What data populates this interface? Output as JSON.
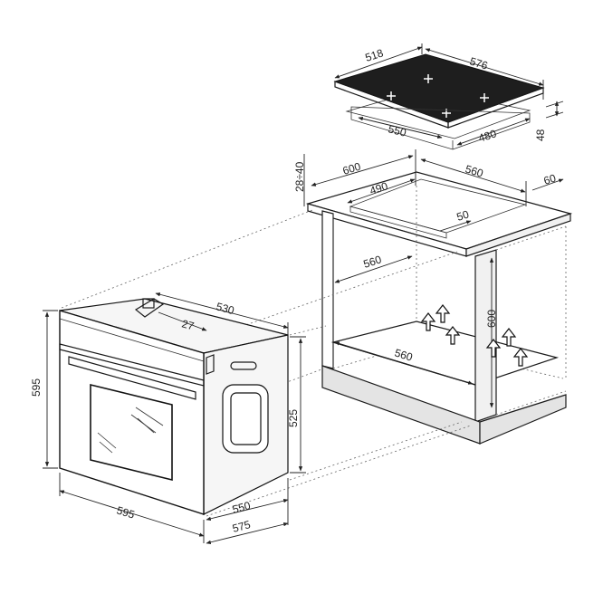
{
  "diagram": {
    "dimensions": {
      "hob_depth_518": "518",
      "hob_width_576": "576",
      "hob_cutout_550": "550",
      "hob_cutout_480": "480",
      "hob_height_48": "48",
      "worktop_depth_600": "600",
      "worktop_gap_28_40": "28÷40",
      "worktop_cutout_490": "490",
      "worktop_cutout_560": "560",
      "worktop_rear_60": "60",
      "worktop_front_50": "50",
      "cabinet_width_upper_560": "560",
      "cabinet_width_lower_560": "560",
      "cabinet_height_600": "600",
      "oven_depth_530": "530",
      "oven_top_27": "27",
      "oven_height_595": "595",
      "oven_width_595": "595",
      "oven_body_height_525": "525",
      "oven_depth_550": "550",
      "oven_depth_575": "575"
    }
  }
}
